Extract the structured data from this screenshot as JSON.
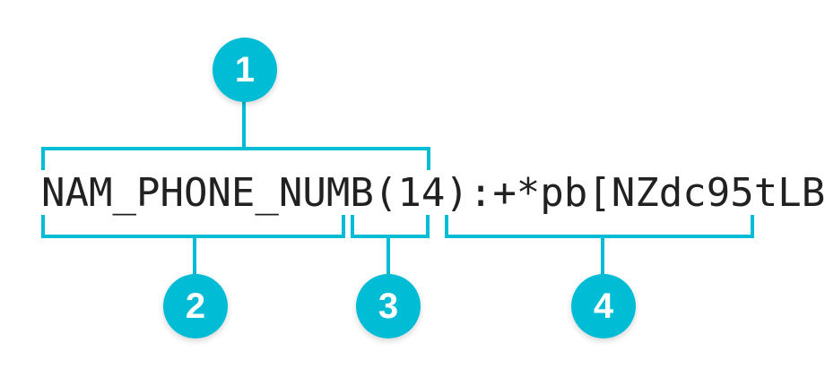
{
  "theme": {
    "background": "#ffffff",
    "accent": "#00bcd4",
    "text_color": "#212121",
    "callout_text_color": "#ffffff"
  },
  "code": {
    "full_string": "NAM_PHONE_NUMB(14):+*pb[NZdc95tLB",
    "segments": [
      {
        "id": "field-name",
        "text": "NAM_PHONE_NUMB",
        "callout": "2"
      },
      {
        "id": "length",
        "text": "(14)",
        "callout": "3"
      },
      {
        "id": "separator",
        "text": ":",
        "callout": null
      },
      {
        "id": "encoded-value",
        "text": "+*pb[NZdc95tLB",
        "callout": "4"
      }
    ]
  },
  "callouts": [
    {
      "id": "callout-1",
      "label": "1",
      "position": "above",
      "covers": "NAM_PHONE_NUMB(14)"
    },
    {
      "id": "callout-2",
      "label": "2",
      "position": "below",
      "covers": "NAM_PHONE_NUMB"
    },
    {
      "id": "callout-3",
      "label": "3",
      "position": "below",
      "covers": "(14)"
    },
    {
      "id": "callout-4",
      "label": "4",
      "position": "below",
      "covers": ":+*pb[NZdc95tLB"
    }
  ]
}
